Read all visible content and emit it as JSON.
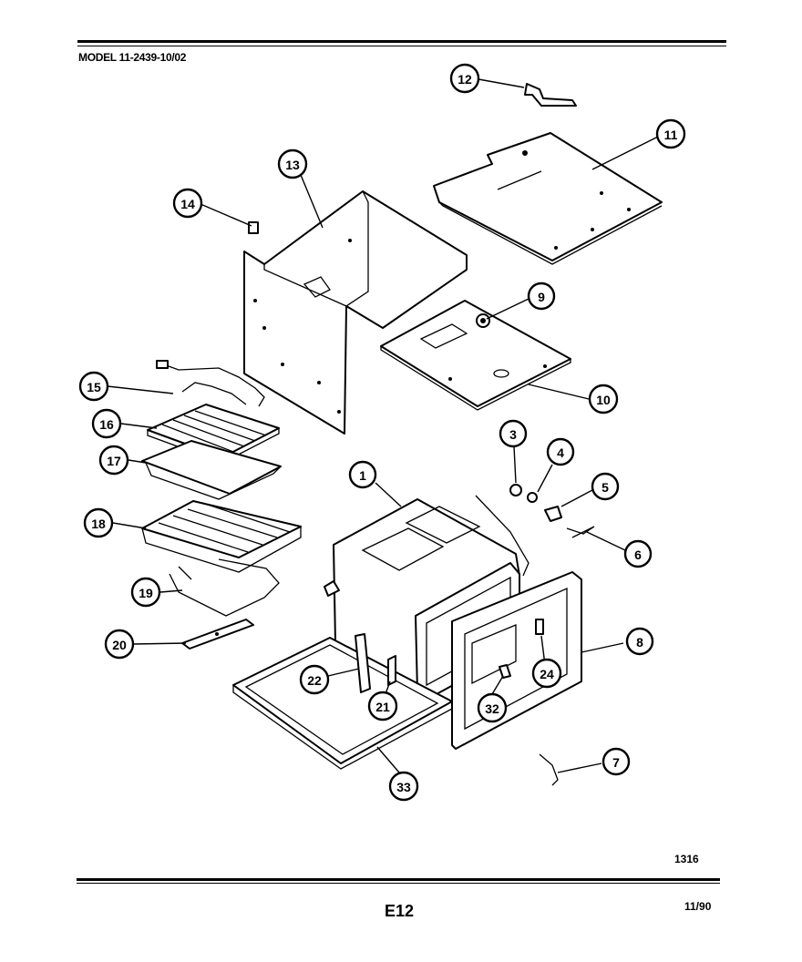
{
  "header": {
    "model": "MODEL 11-2439-10/02"
  },
  "diagram": {
    "callouts": [
      {
        "label": "1"
      },
      {
        "label": "3"
      },
      {
        "label": "4"
      },
      {
        "label": "5"
      },
      {
        "label": "6"
      },
      {
        "label": "7"
      },
      {
        "label": "8"
      },
      {
        "label": "9"
      },
      {
        "label": "10"
      },
      {
        "label": "11"
      },
      {
        "label": "12"
      },
      {
        "label": "13"
      },
      {
        "label": "14"
      },
      {
        "label": "15"
      },
      {
        "label": "16"
      },
      {
        "label": "17"
      },
      {
        "label": "18"
      },
      {
        "label": "19"
      },
      {
        "label": "20"
      },
      {
        "label": "21"
      },
      {
        "label": "22"
      },
      {
        "label": "24"
      },
      {
        "label": "32"
      },
      {
        "label": "33"
      }
    ]
  },
  "footer": {
    "drawing_number": "1316",
    "page_code": "E12",
    "date": "11/90"
  }
}
